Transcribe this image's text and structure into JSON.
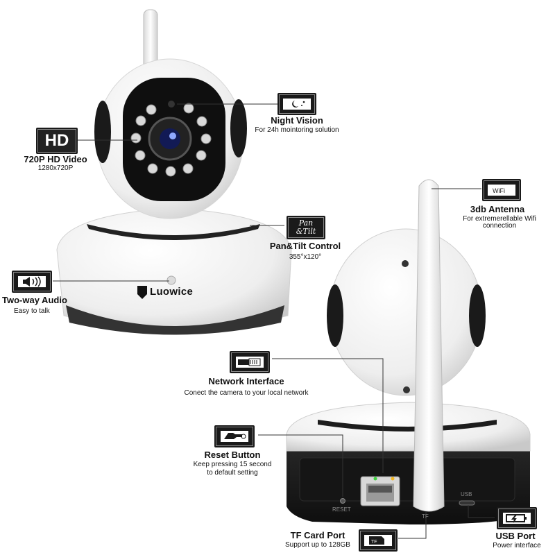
{
  "brand": {
    "name": "Luowice"
  },
  "features": {
    "night_vision": {
      "title": "Night Vision",
      "subtitle": "For 24h mointoring solution",
      "icon": "night-vision-icon"
    },
    "hd_video": {
      "badge": "HD",
      "title": "720P HD Video",
      "subtitle": "1280x720P",
      "icon": "hd-icon"
    },
    "pan_tilt": {
      "badge_line1": "Pan",
      "badge_line2": "&Tilt",
      "title": "Pan&Tilt Control",
      "subtitle": "355°x120°",
      "icon": "pan-tilt-icon"
    },
    "two_way_audio": {
      "title": "Two-way Audio",
      "subtitle": "Easy to talk",
      "icon": "speaker-icon"
    },
    "antenna": {
      "badge": "WiFi",
      "title": "3db Antenna",
      "subtitle_line1": "For extremerellable Wifi",
      "subtitle_line2": "connection",
      "icon": "wifi-icon"
    },
    "network": {
      "title": "Network Interface",
      "subtitle": "Conect the camera to your local network",
      "icon": "ethernet-icon"
    },
    "reset": {
      "title": "Reset Button",
      "subtitle_line1": "Keep pressing 15 second",
      "subtitle_line2": "to default setting",
      "icon": "reset-hand-icon"
    },
    "tf_card": {
      "badge": "TF",
      "title": "TF Card Port",
      "subtitle": "Support up to 128GB",
      "icon": "sd-card-icon"
    },
    "usb": {
      "title": "USB Port",
      "subtitle": "Power interface",
      "icon": "power-plug-icon"
    }
  },
  "back_panel": {
    "reset_label": "RESET",
    "usb_label": "USB",
    "tf_label": "TF"
  },
  "colors": {
    "icon_bg": "#1a1a1a",
    "body_white": "#f4f4f4",
    "body_dark": "#1e1e1e",
    "led_green": "#3fd43f",
    "led_amber": "#f2b61f"
  }
}
